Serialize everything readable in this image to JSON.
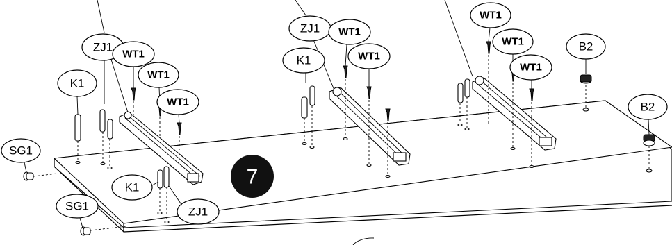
{
  "step_number": "7",
  "labels": {
    "sg1_top": "SG1",
    "sg1_bottom": "SG1",
    "k1_left": "K1",
    "k1_center": "K1",
    "k1_lower": "K1",
    "zj1_left": "ZJ1",
    "zj1_center": "ZJ1",
    "zj1_lower": "ZJ1",
    "wt1_l1": "WT1",
    "wt1_l2": "WT1",
    "wt1_l3": "WT1",
    "wt1_c1": "WT1",
    "wt1_c2": "WT1",
    "wt1_r1": "WT1",
    "wt1_r2": "WT1",
    "wt1_r3": "WT1",
    "b2_top": "B2",
    "b2_right": "B2"
  }
}
